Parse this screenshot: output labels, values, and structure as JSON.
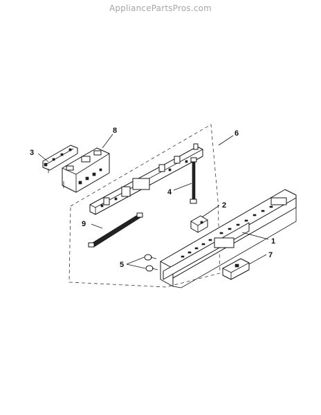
{
  "watermark": "AppliancePartsPros.com",
  "diagram": {
    "callouts": [
      {
        "id": "1",
        "label": "1"
      },
      {
        "id": "2",
        "label": "2"
      },
      {
        "id": "3",
        "label": "3"
      },
      {
        "id": "4",
        "label": "4"
      },
      {
        "id": "5",
        "label": "5"
      },
      {
        "id": "6",
        "label": "6"
      },
      {
        "id": "7",
        "label": "7"
      },
      {
        "id": "8",
        "label": "8"
      },
      {
        "id": "9",
        "label": "9"
      }
    ]
  }
}
